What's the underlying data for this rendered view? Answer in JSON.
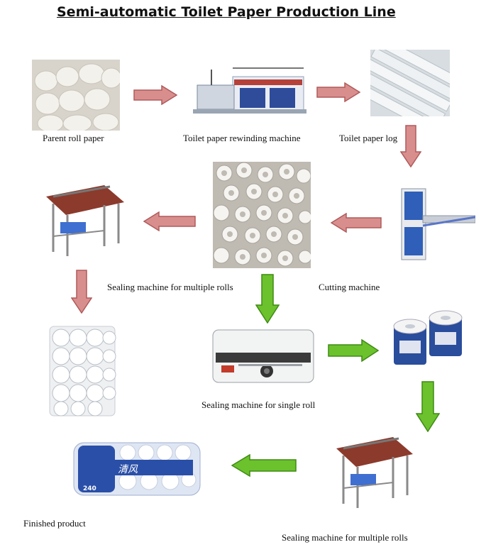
{
  "title": "Semi-automatic Toilet Paper Production Line",
  "steps": {
    "parent_roll": "Parent roll paper",
    "rewinder": "Toilet paper rewinding machine",
    "log": "Toilet paper log",
    "cutting": "Cutting machine",
    "sealing_multi_1": "Sealing machine for multiple rolls",
    "sealing_single": "Sealing machine for single roll",
    "sealing_multi_2": "Sealing machine for multiple rolls",
    "finished": "Finished product"
  },
  "product_labels": {
    "brand": "清风",
    "count": "240"
  },
  "colors": {
    "red_arrow": "#d98e8e",
    "red_arrow_edge": "#b05a5a",
    "green_arrow": "#6bc22c",
    "green_arrow_edge": "#3f8a14"
  }
}
